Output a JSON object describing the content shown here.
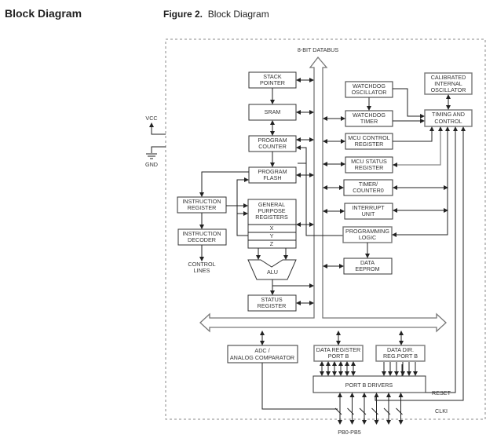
{
  "header": {
    "section_title": "Block Diagram",
    "figure_number": "Figure 2.",
    "figure_title": "Block Diagram"
  },
  "diagram": {
    "databus_label": "8-BIT DATABUS",
    "blocks": {
      "stack_pointer": [
        "STACK",
        "POINTER"
      ],
      "sram": [
        "SRAM"
      ],
      "program_counter": [
        "PROGRAM",
        "COUNTER"
      ],
      "program_flash": [
        "PROGRAM",
        "FLASH"
      ],
      "instruction_register": [
        "INSTRUCTION",
        "REGISTER"
      ],
      "instruction_decoder": [
        "INSTRUCTION",
        "DECODER"
      ],
      "control_lines": [
        "CONTROL",
        "LINES"
      ],
      "gp_registers": [
        "GENERAL",
        "PURPOSE",
        "REGISTERS"
      ],
      "reg_x": "X",
      "reg_y": "Y",
      "reg_z": "Z",
      "alu": "ALU",
      "status_register": [
        "STATUS",
        "REGISTER"
      ],
      "watchdog_oscillator": [
        "WATCHDOG",
        "OSCILLATOR"
      ],
      "watchdog_timer": [
        "WATCHDOG",
        "TIMER"
      ],
      "mcu_control_register": [
        "MCU CONTROL",
        "REGISTER"
      ],
      "mcu_status_register": [
        "MCU STATUS",
        "REGISTER"
      ],
      "timer_counter": [
        "TIMER/",
        "COUNTER0"
      ],
      "interrupt_unit": [
        "INTERRUPT",
        "UNIT"
      ],
      "programming_logic": [
        "PROGRAMMING",
        "LOGIC"
      ],
      "data_eeprom": [
        "DATA",
        "EEPROM"
      ],
      "calibrated_oscillator": [
        "CALIBRATED",
        "INTERNAL",
        "OSCILLATOR"
      ],
      "timing_control": [
        "TIMING AND",
        "CONTROL"
      ],
      "adc": [
        "ADC /",
        "ANALOG COMPARATOR"
      ],
      "data_register_port_b": [
        "DATA REGISTER",
        "PORT B"
      ],
      "data_dir_port_b": [
        "DATA DIR.",
        "REG.PORT B"
      ],
      "port_b_drivers": "PORT B DRIVERS"
    },
    "signals": {
      "vcc": "VCC",
      "gnd": "GND",
      "reset": "RESET",
      "clki": "CLKI",
      "pins": "PB0-PB5"
    }
  }
}
